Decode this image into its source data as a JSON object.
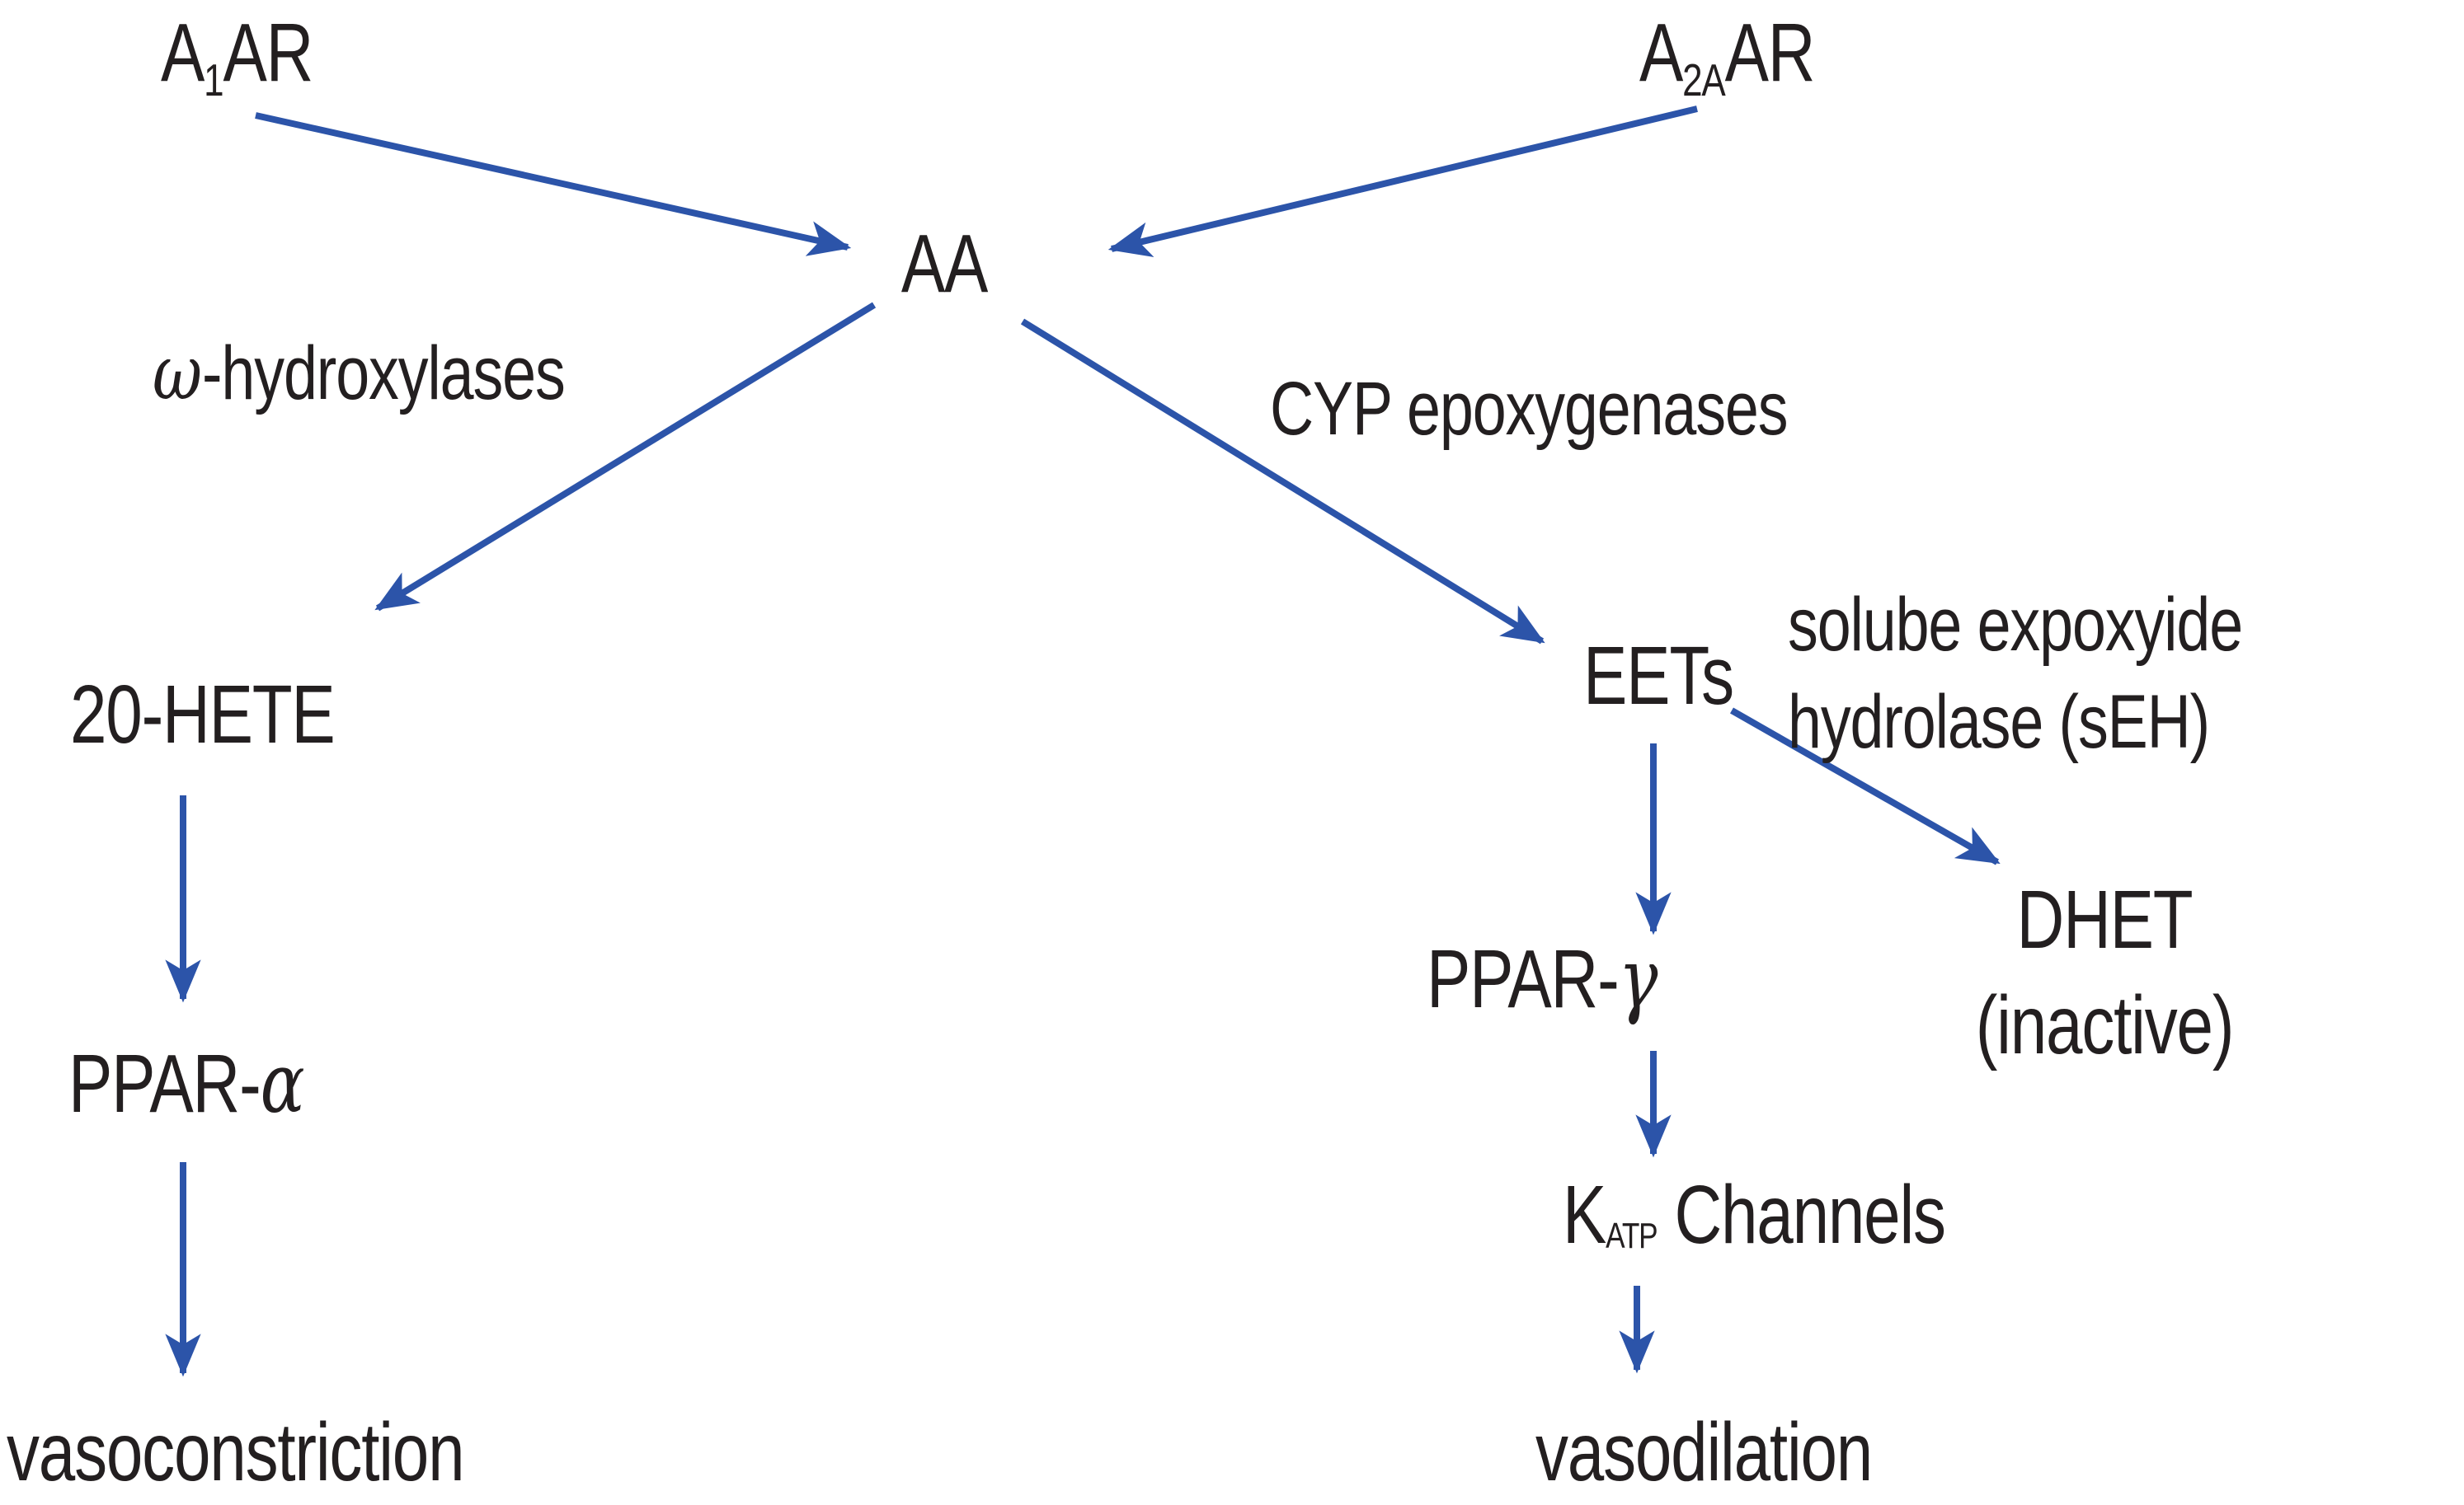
{
  "diagram": {
    "description": "Adenosine receptor / arachidonic acid metabolism pathway diagram",
    "colors": {
      "arrow_blue": "#2C54A9",
      "text_black": "#231F20",
      "background": "#FFFFFF"
    },
    "nodes": {
      "a1ar": {
        "pre": "A",
        "sub": "1",
        "post": "AR"
      },
      "a2aar": {
        "pre": "A",
        "sub": "2A",
        "post": "AR"
      },
      "aa": {
        "label": "AA"
      },
      "omega_hydroxylases": {
        "greek": "ω",
        "rest": "-hydroxylases"
      },
      "cyp_epoxygenases": {
        "label": "CYP epoxygenases"
      },
      "twenty_hete": {
        "label": "20-HETE"
      },
      "eets": {
        "label": "EETs"
      },
      "seh": {
        "line1": "solube expoxyide",
        "line2": "hydrolase (sEH)"
      },
      "ppar_alpha": {
        "pre": "PPAR-",
        "greek": "α"
      },
      "ppar_gamma": {
        "pre": "PPAR-",
        "greek": "γ"
      },
      "dhet": {
        "line1": "DHET",
        "line2": "(inactive)"
      },
      "katp": {
        "pre": "K",
        "sub": "ATP",
        "post": " Channels"
      },
      "vasoconstriction": {
        "label": "vasoconstriction"
      },
      "vasodilation": {
        "label": "vasodilation"
      }
    },
    "edges": [
      {
        "from": "A1AR",
        "to": "AA"
      },
      {
        "from": "A2AAR",
        "to": "AA"
      },
      {
        "from": "AA",
        "to": "20-HETE",
        "via": "ω-hydroxylases"
      },
      {
        "from": "AA",
        "to": "EETs",
        "via": "CYP epoxygenases"
      },
      {
        "from": "20-HETE",
        "to": "PPAR-α"
      },
      {
        "from": "PPAR-α",
        "to": "vasoconstriction"
      },
      {
        "from": "EETs",
        "to": "PPAR-γ"
      },
      {
        "from": "EETs",
        "to": "DHET (inactive)",
        "via": "solube expoxyide hydrolase (sEH)"
      },
      {
        "from": "PPAR-γ",
        "to": "KATP Channels"
      },
      {
        "from": "KATP Channels",
        "to": "vasodilation"
      }
    ]
  }
}
